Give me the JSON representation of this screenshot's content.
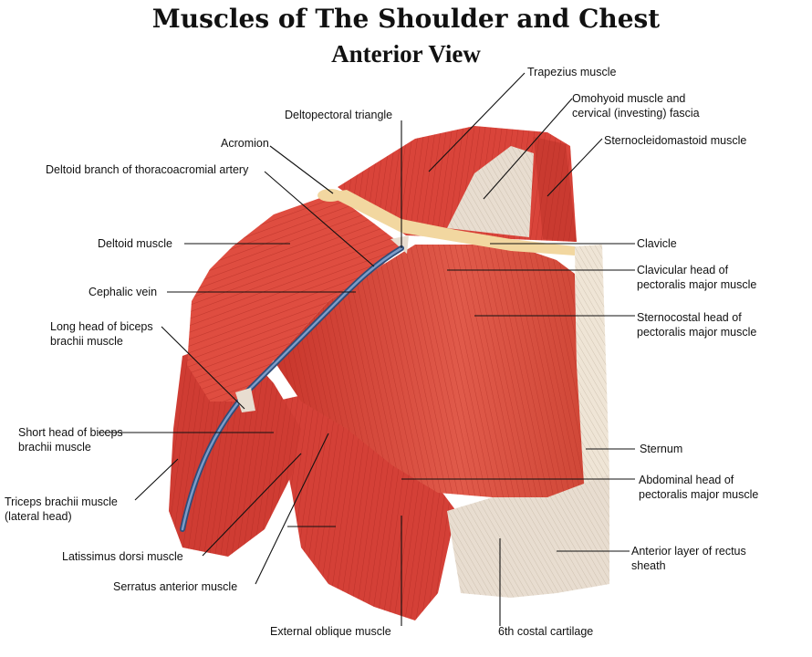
{
  "title": "Muscles of The Shoulder and Chest",
  "subtitle": "Anterior View",
  "labels": {
    "trapezius": "Trapezius muscle",
    "omohyoid_1": "Omohyoid muscle and",
    "omohyoid_2": "cervical (investing) fascia",
    "scm": "Sternocleidomastoid muscle",
    "deltopectoral": "Deltopectoral triangle",
    "acromion": "Acromion",
    "deltoid_branch": "Deltoid branch of thoracoacromial artery",
    "deltoid": "Deltoid muscle",
    "clavicle": "Clavicle",
    "cephalic": "Cephalic vein",
    "clav_head_1": "Clavicular head of",
    "clav_head_2": "pectoralis major muscle",
    "sternocostal_1": "Sternocostal head of",
    "sternocostal_2": "pectoralis major muscle",
    "long_biceps_1": "Long head of biceps",
    "long_biceps_2": "brachii muscle",
    "short_biceps_1": "Short head of biceps",
    "short_biceps_2": "brachii muscle",
    "sternum": "Sternum",
    "abdominal_1": "Abdominal head of",
    "abdominal_2": "pectoralis major muscle",
    "triceps_1": "Triceps brachii muscle",
    "triceps_2": "(lateral head)",
    "latissimus": "Latissimus dorsi muscle",
    "rectus_1": "Anterior layer of rectus",
    "rectus_2": "sheath",
    "serratus": "Serratus anterior muscle",
    "ext_oblique": "External oblique  muscle",
    "costal": "6th costal cartilage"
  },
  "colors": {
    "muscle": "#d9443a",
    "muscle_dark": "#a8231c",
    "muscle_light": "#ec7a6a",
    "tendon": "#e8ddd0",
    "vein": "#4a6a9a",
    "bone": "#f2d7a0"
  }
}
